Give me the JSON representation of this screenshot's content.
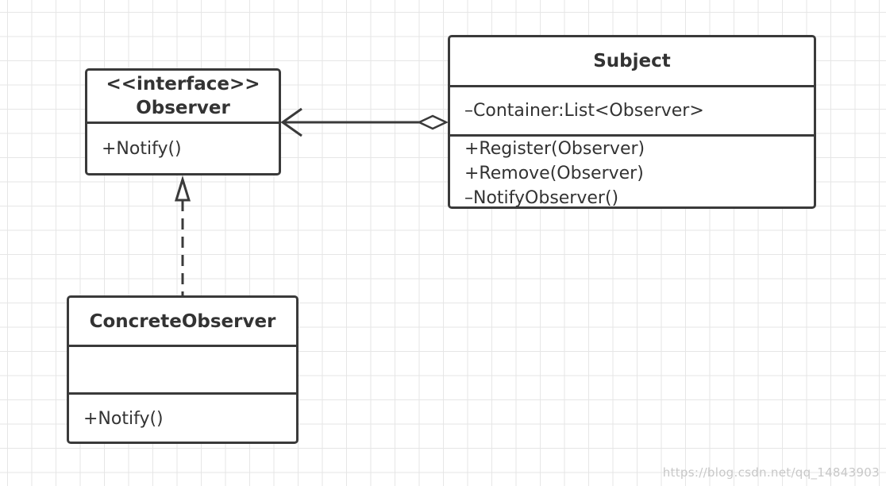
{
  "classes": {
    "observer": {
      "stereotype": "<<interface>>",
      "name": "Observer",
      "methods": [
        "+Notify()"
      ]
    },
    "subject": {
      "name": "Subject",
      "attributes": [
        "–Container:List<Observer>"
      ],
      "methods": [
        "+Register(Observer)",
        "+Remove(Observer)",
        "–NotifyObserver()"
      ]
    },
    "concrete_observer": {
      "name": "ConcreteObserver",
      "attributes": [],
      "methods": [
        "+Notify()"
      ]
    }
  },
  "relationships": [
    {
      "type": "aggregation",
      "from": "Subject",
      "to": "Observer"
    },
    {
      "type": "realization",
      "from": "ConcreteObserver",
      "to": "Observer"
    }
  ],
  "colors": {
    "stroke": "#3a3a3a",
    "grid": "#e6e6e6",
    "watermark": "#c8c8c8"
  },
  "watermark": "https://blog.csdn.net/qq_14843903"
}
